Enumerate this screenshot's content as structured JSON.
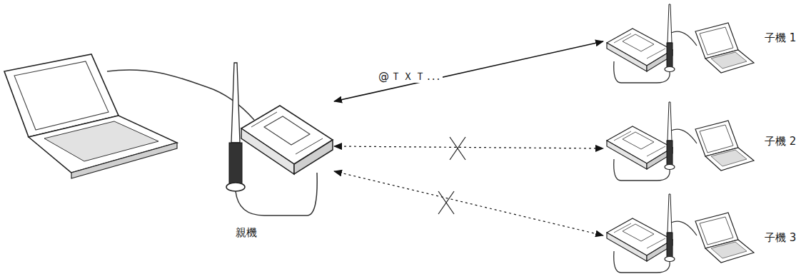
{
  "diagram": {
    "nodes": [
      {
        "text": [
          "親機"
        ]
      },
      {
        "text": [
          "子機 1"
        ]
      },
      {
        "text": [
          "子機 2"
        ]
      },
      {
        "text": [
          "子機 3"
        ]
      }
    ],
    "edges": [
      {
        "from": 0,
        "to": 1,
        "arrow": "both",
        "label": "@ＴＸＴ..."
      },
      {
        "from": 0,
        "to": 2,
        "arrow": "both"
      },
      {
        "from": 0,
        "to": 3,
        "arrow": "both"
      }
    ]
  }
}
